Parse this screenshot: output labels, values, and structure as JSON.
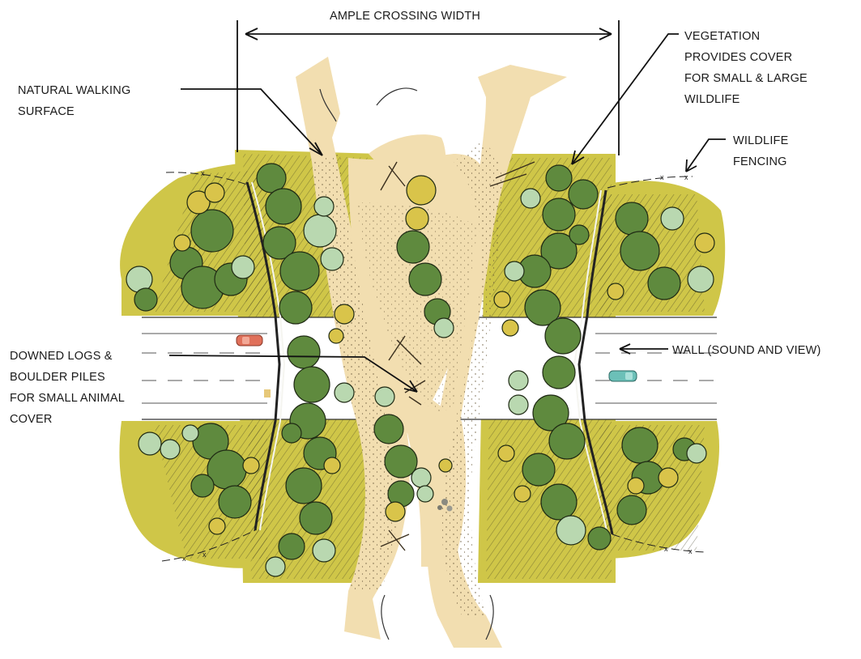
{
  "labels": {
    "crossing_width": "AMPLE CROSSING WIDTH",
    "walking_surface": [
      "NATURAL WALKING",
      "SURFACE"
    ],
    "vegetation": [
      "VEGETATION",
      "PROVIDES COVER",
      "FOR SMALL & LARGE",
      "WILDLIFE"
    ],
    "fencing": [
      "WILDLIFE",
      "FENCING"
    ],
    "logs": [
      "DOWNED LOGS &",
      "BOULDER PILES",
      "FOR SMALL ANIMAL",
      "COVER"
    ],
    "wall": "WALL (SOUND AND VIEW)"
  },
  "colors": {
    "path": "#f3dfb0",
    "ground": "#c9c23a",
    "tree_dark": "#5f8a3e",
    "tree_light": "#b9d8b0",
    "tree_yellow": "#d9c44a",
    "road": "#ffffff",
    "car_red": "#e0705a",
    "car_teal": "#6cc0b8"
  }
}
